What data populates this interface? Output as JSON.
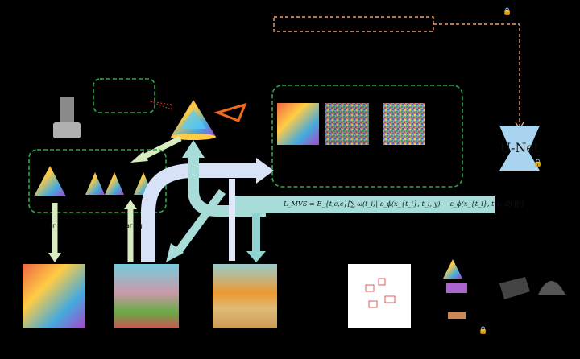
{
  "unet": {
    "label": "U-Net"
  },
  "loss": {
    "formula": "L_MVS = E_{t,ϵ,c}[∑ ω(t_i)||ε_ϕ(x_{t_i}, t_i, y) − ε_ϕ(x_{t_i}, t_i, ∅) ||²]"
  },
  "labels": {
    "left_fragment": "rr",
    "right_fragment": "ar ng"
  },
  "icons": [
    "lock-icon",
    "lock-icon",
    "lock-icon",
    "camera-icon"
  ],
  "colors": {
    "green_dash": "#2aa84a",
    "orange_dash": "#f0a070",
    "unet_fill": "#a8d4f0",
    "loss_band": "#a8dcd8",
    "arrow_blue": "#c8d8f0",
    "arrow_teal": "#8fd4d0",
    "arrow_light": "#d8ecc0"
  }
}
